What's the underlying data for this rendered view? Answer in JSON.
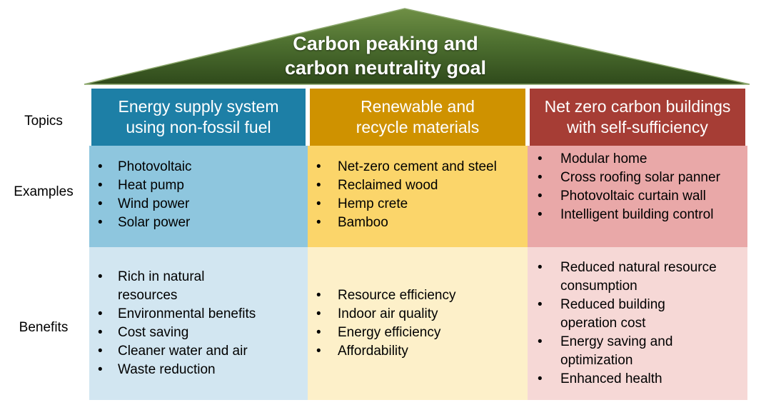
{
  "title": "Carbon peaking and carbon neutrality goal",
  "row_labels": {
    "topics": "Topics",
    "examples": "Examples",
    "benefits": "Benefits"
  },
  "columns": [
    {
      "heading": "Energy supply system using non-fossil fuel",
      "examples": [
        "Photovoltaic",
        "Heat pump",
        "Wind power",
        "Solar power"
      ],
      "benefits": [
        "Rich in natural resources",
        "Environmental benefits",
        "Cost saving",
        "Cleaner water and air",
        "Waste reduction"
      ]
    },
    {
      "heading": "Renewable and recycle materials",
      "examples": [
        "Net-zero cement and steel",
        "Reclaimed wood",
        "Hemp crete",
        "Bamboo"
      ],
      "benefits": [
        "Resource efficiency",
        "Indoor air quality",
        "Energy efficiency",
        "Affordability"
      ]
    },
    {
      "heading": "Net zero carbon buildings with self-sufficiency",
      "examples": [
        "Modular home",
        "Cross roofing solar panner",
        "Photovoltaic curtain wall",
        "Intelligent building control"
      ],
      "benefits": [
        "Reduced natural resource consumption",
        "Reduced building operation cost",
        "Energy saving and optimization",
        "Enhanced health"
      ]
    }
  ],
  "colors": {
    "roof": "#4a6b2c",
    "col1_header": "#1d7fa6",
    "col1_examples": "#8ec6de",
    "col1_benefits": "#d2e6f1",
    "col2_header": "#cf9200",
    "col2_examples": "#fbd56a",
    "col2_benefits": "#fdf0c9",
    "col3_header": "#a63d35",
    "col3_examples": "#e9a8a8",
    "col3_benefits": "#f6d8d6"
  }
}
